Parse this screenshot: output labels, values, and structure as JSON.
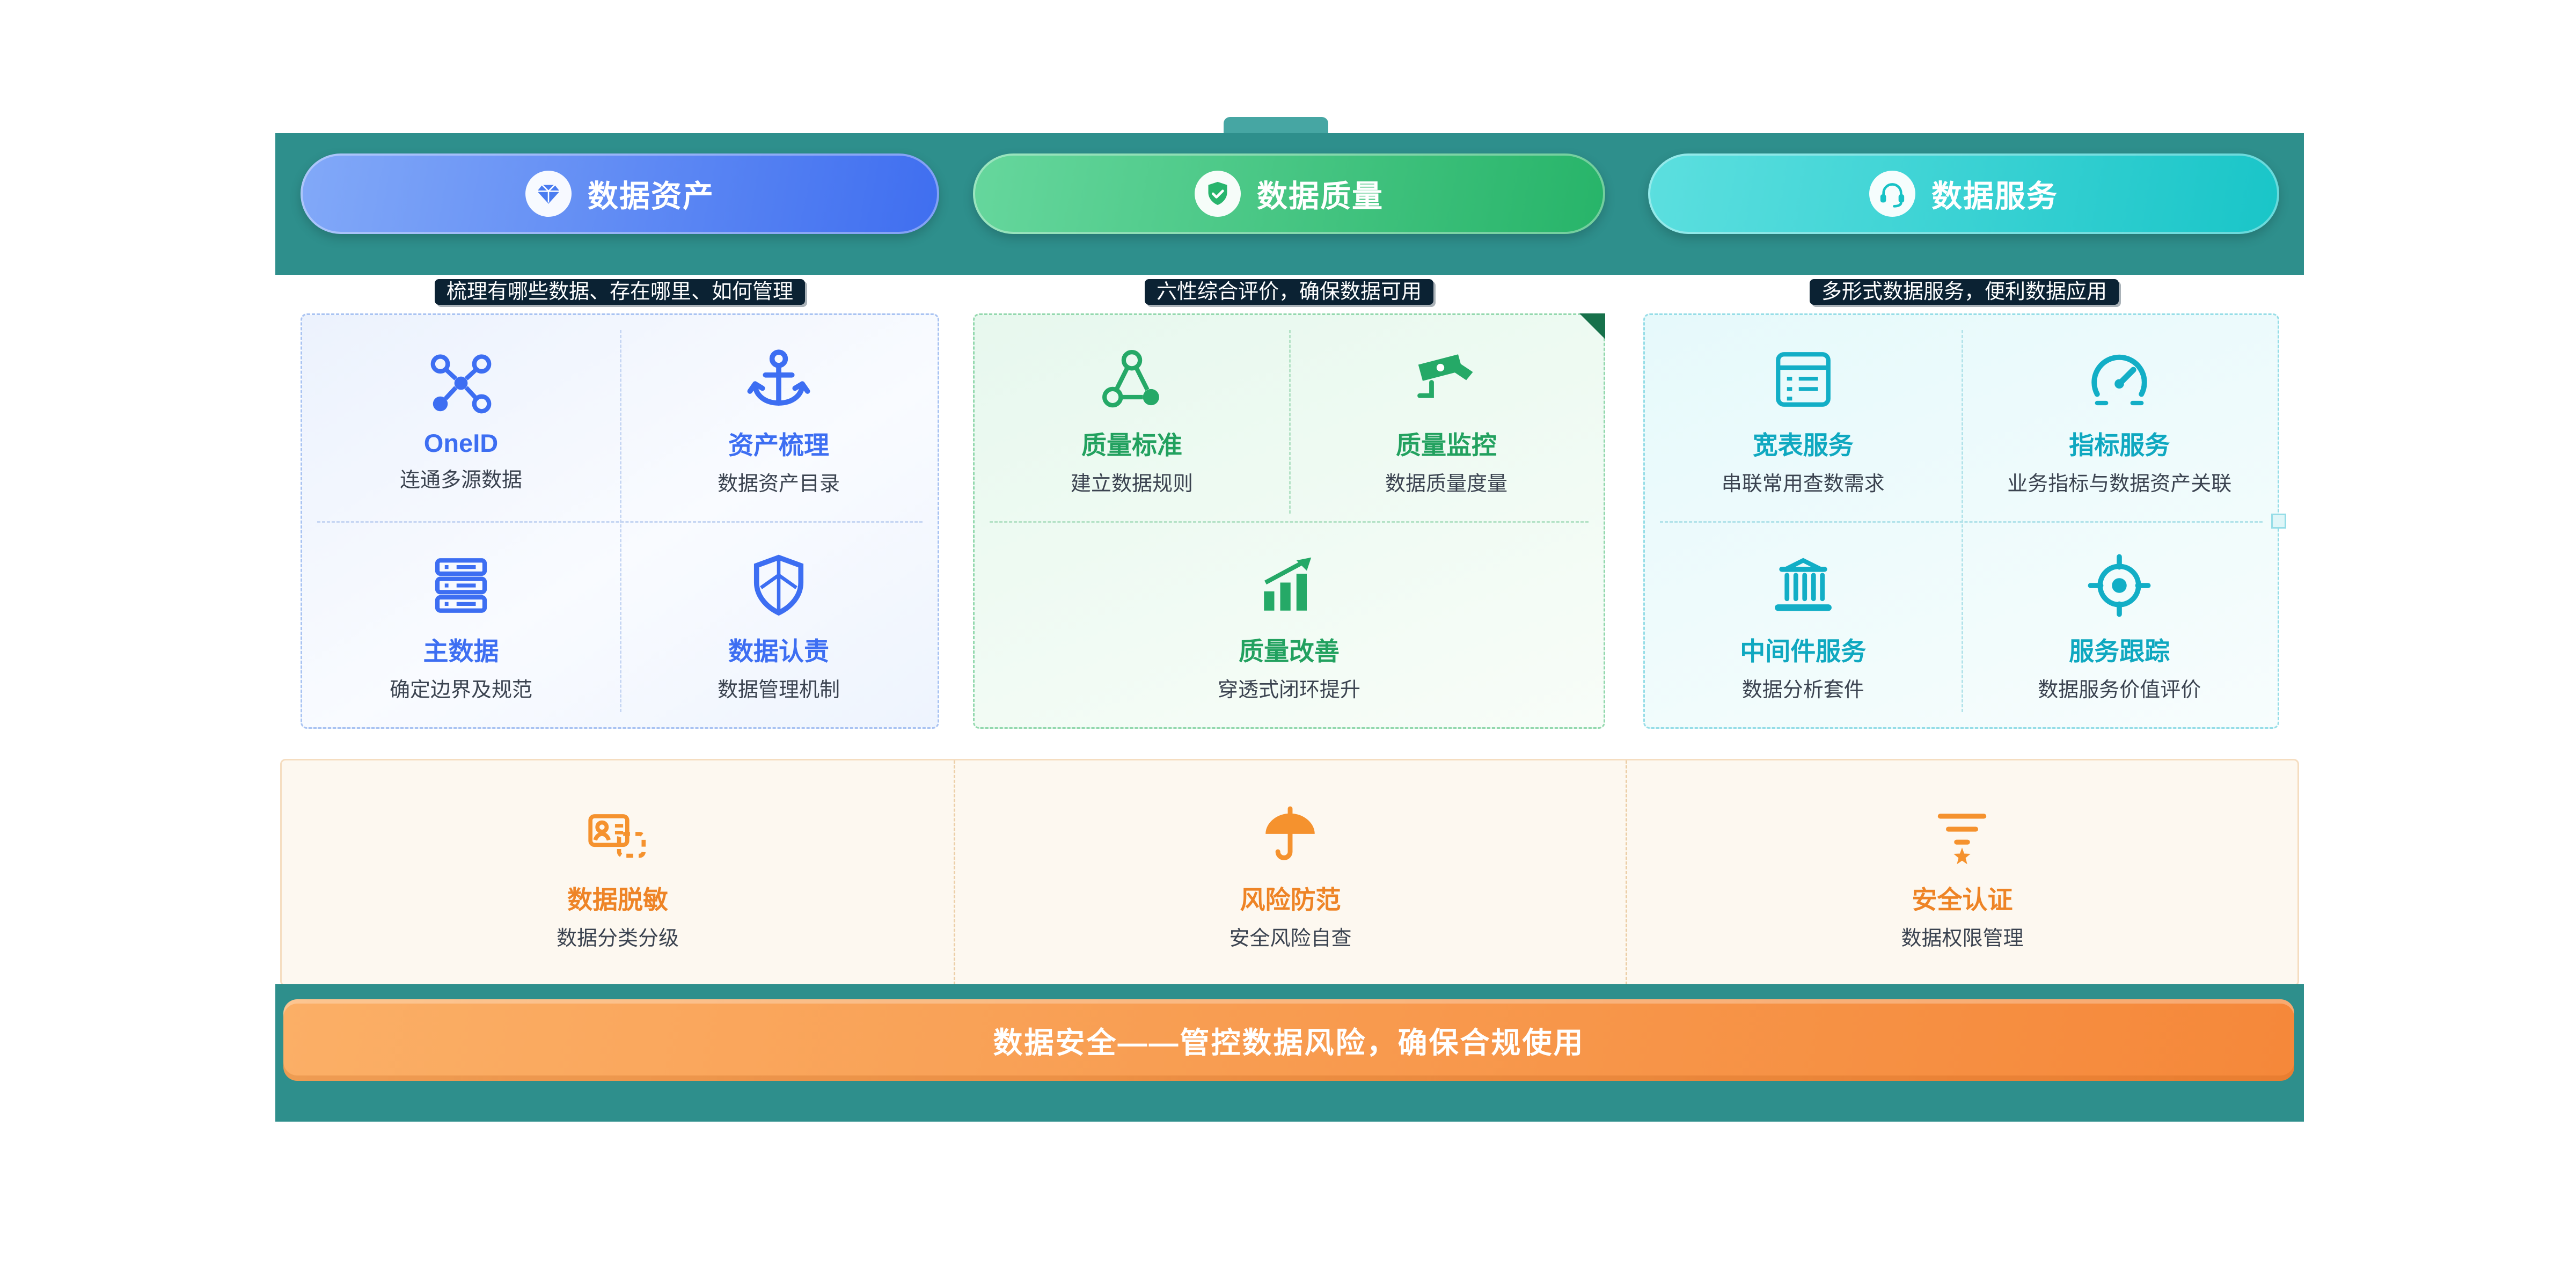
{
  "header": {
    "tabs": [
      {
        "label": "数据资产",
        "icon": "gem-icon",
        "tagline": "梳理有哪些数据、存在哪里、如何管理"
      },
      {
        "label": "数据质量",
        "icon": "shield-check-icon",
        "tagline": "六性综合评价，确保数据可用"
      },
      {
        "label": "数据服务",
        "icon": "headset-icon",
        "tagline": "多形式数据服务，便利数据应用"
      }
    ]
  },
  "panels": {
    "assets": {
      "items": [
        {
          "title": "OneID",
          "subtitle": "连通多源数据",
          "icon": "network-nodes-icon"
        },
        {
          "title": "资产梳理",
          "subtitle": "数据资产目录",
          "icon": "anchor-icon"
        },
        {
          "title": "主数据",
          "subtitle": "确定边界及规范",
          "icon": "server-stack-icon"
        },
        {
          "title": "数据认责",
          "subtitle": "数据管理机制",
          "icon": "shield-icon"
        }
      ]
    },
    "quality": {
      "items": [
        {
          "title": "质量标准",
          "subtitle": "建立数据规则",
          "icon": "linked-nodes-icon"
        },
        {
          "title": "质量监控",
          "subtitle": "数据质量度量",
          "icon": "cctv-camera-icon"
        },
        {
          "title": "质量改善",
          "subtitle": "穿透式闭环提升",
          "icon": "rising-chart-icon"
        }
      ]
    },
    "services": {
      "items": [
        {
          "title": "宽表服务",
          "subtitle": "串联常用查数需求",
          "icon": "wide-table-icon"
        },
        {
          "title": "指标服务",
          "subtitle": "业务指标与数据资产关联",
          "icon": "gauge-icon"
        },
        {
          "title": "中间件服务",
          "subtitle": "数据分析套件",
          "icon": "middleware-bars-icon"
        },
        {
          "title": "服务跟踪",
          "subtitle": "数据服务价值评价",
          "icon": "target-icon"
        }
      ]
    }
  },
  "security": {
    "items": [
      {
        "title": "数据脱敏",
        "subtitle": "数据分类分级",
        "icon": "id-card-mask-icon"
      },
      {
        "title": "风险防范",
        "subtitle": "安全风险自查",
        "icon": "umbrella-icon"
      },
      {
        "title": "安全认证",
        "subtitle": "数据权限管理",
        "icon": "filter-star-icon"
      }
    ],
    "banner": "数据安全——管控数据风险，确保合规使用"
  },
  "colors": {
    "teal_band": "#2e8f8c",
    "assets_accent": "#3d6ef2",
    "quality_accent": "#23a765",
    "services_accent": "#12aec6",
    "security_accent": "#f0861f",
    "tagline_bg": "#0b2233",
    "banner_gradient_start": "#fbaf66",
    "banner_gradient_end": "#f5883a"
  }
}
